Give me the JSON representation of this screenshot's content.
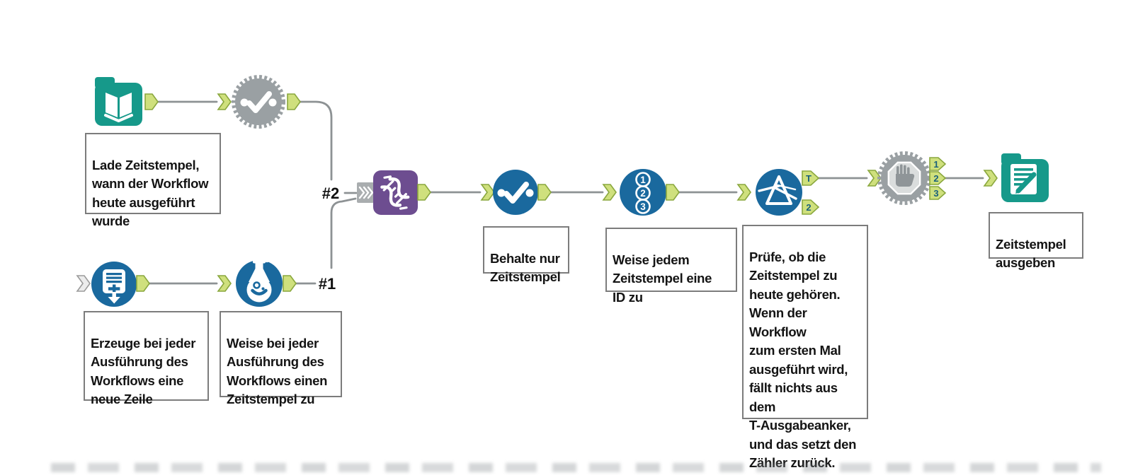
{
  "colors": {
    "tool_teal": "#16998a",
    "tool_blue": "#1a699e",
    "tool_purple": "#6d4d90",
    "tool_gray": "#9aa0a3",
    "anchor_fill": "#cfe07d",
    "anchor_stroke": "#8aa73e",
    "anchor_text": "#1a607b",
    "wire": "#8d9294",
    "annotation_text": "#141414",
    "annotation_border": "#7c7c7c"
  },
  "connections": {
    "branch1_label": "#1",
    "branch2_label": "#2"
  },
  "tools": {
    "input_data": {
      "icon": "book-icon",
      "annotation": "Lade Zeitstempel,\nwann der Workflow\nheute ausgeführt\nwurde"
    },
    "macro_gear": {
      "icon": "gear-check-icon"
    },
    "generate_rows": {
      "icon": "rows-plus-arrow-icon",
      "annotation": "Erzeuge bei jeder\nAusführung des\nWorkflows eine\nneue Zeile"
    },
    "formula": {
      "icon": "flask-icon",
      "annotation": "Weise bei jeder\nAusführung des\nWorkflows einen\nZeitstempel zu"
    },
    "union": {
      "icon": "dna-icon"
    },
    "select": {
      "icon": "check-dots-icon",
      "annotation": "Behalte nur\nZeitstempel"
    },
    "record_id": {
      "icon": "numbered-circles-icon",
      "digits": [
        "1",
        "2",
        "3"
      ],
      "annotation": "Weise jedem\nZeitstempel eine\nID zu"
    },
    "filter": {
      "icon": "prism-icon",
      "anchor_true": "T",
      "anchor_false": "2",
      "annotation": "Prüfe, ob die\nZeitstempel zu\nheute gehören.\nWenn der Workflow\nzum ersten Mal\nausgeführt wird,\nfällt nichts aus dem\nT-Ausgabeanker,\nund das setzt den\nZähler zurück."
    },
    "block_until_done": {
      "icon": "stop-hand-gear-icon",
      "anchor_1": "1",
      "anchor_2": "2",
      "anchor_3": "3"
    },
    "output_data": {
      "icon": "document-pen-icon",
      "annotation": "Zeitstempel\nausgeben"
    }
  }
}
